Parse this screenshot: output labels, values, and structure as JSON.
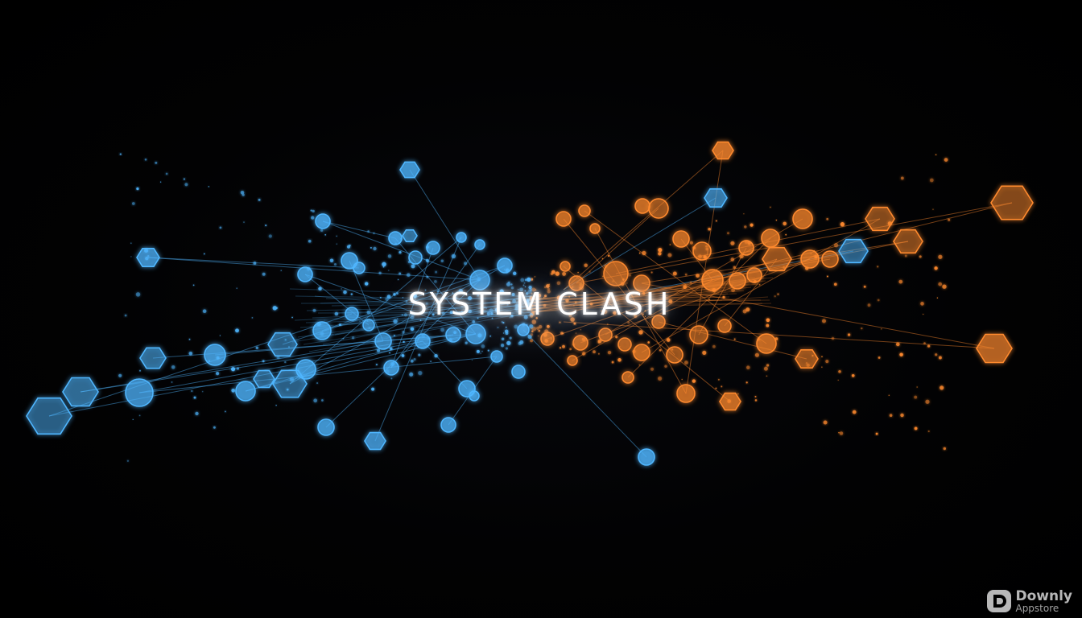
{
  "headline": "SYSTEM CLASH",
  "watermark": {
    "name": "Downly",
    "subtitle": "Appstore"
  },
  "palette": {
    "blue_network": "#4fb6ff",
    "orange_network": "#ff8a2e",
    "background": "#000000"
  },
  "icons": [
    "hexagon-node",
    "circle-node",
    "watermark-logo-icon"
  ]
}
